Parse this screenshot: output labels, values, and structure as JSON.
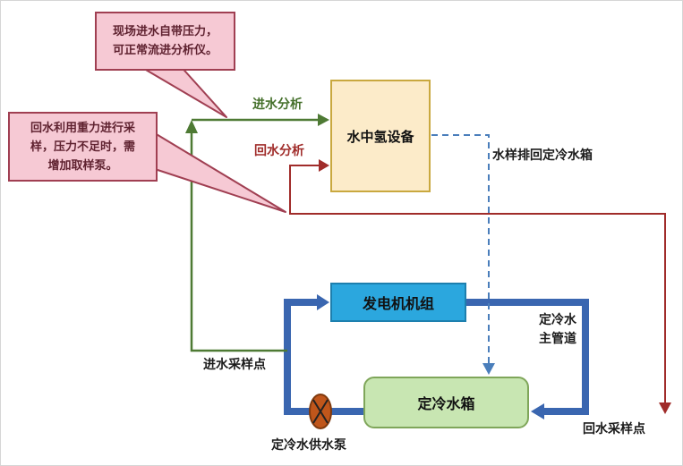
{
  "diagram": {
    "callouts": {
      "top": {
        "lines": [
          "现场进水自带压力，",
          "可正常流进分析仪。"
        ]
      },
      "left": {
        "lines": [
          "回水利用重力进行采",
          "样，压力不足时，需",
          "增加取样泵。"
        ]
      }
    },
    "boxes": {
      "analyzer": {
        "label": "水中氢设备"
      },
      "generator": {
        "label": "发电机机组"
      },
      "tank": {
        "label": "定冷水箱"
      }
    },
    "labels": {
      "inlet_analysis": "进水分析",
      "return_analysis": "回水分析",
      "sample_return": "水样排回定冷水箱",
      "main_pipe_line1": "定冷水",
      "main_pipe_line2": "主管道",
      "inlet_sampling_point": "进水采样点",
      "return_sampling_point": "回水采样点",
      "pump": "定冷水供水泵"
    },
    "colors": {
      "pipe_blue": "#3A66B0",
      "dashed_blue": "#4A7EBB",
      "arrow_green": "#4E7A34",
      "arrow_red": "#A02C2A",
      "callout_fill": "#F6C9D4",
      "callout_border": "#A03F52",
      "analyzer_fill": "#FCEBC9",
      "analyzer_border": "#C9A83F",
      "generator_fill": "#2BA7DE",
      "tank_fill": "#C8E6B2",
      "tank_border": "#7FA65A",
      "pump_fill": "#C0561B"
    }
  }
}
